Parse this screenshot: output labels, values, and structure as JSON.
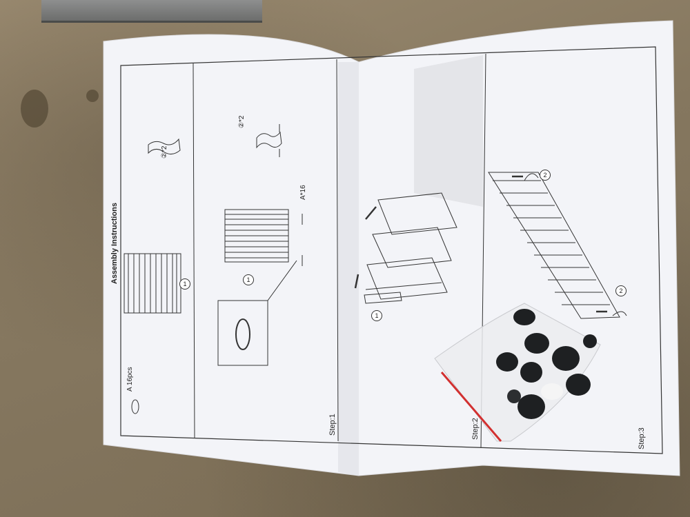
{
  "photo": {
    "subject": "Assembly Instructions"
  },
  "sheet": {
    "title": "Assembly Instructions",
    "parts_note": "A 16pcs",
    "part_one_marker": "①",
    "part_two_qty": "②*2",
    "part_two_qty_b": "②*2",
    "a_qty": "A*16",
    "step1_label": "Step:1",
    "step2_label": "Step:2",
    "step3_label": "Step:3",
    "marker_one": "1",
    "marker_two": "2"
  },
  "colors": {
    "paper": "#f3f4f8",
    "line": "#333333",
    "bag_ribbon": "#d23030",
    "cap": "#1e2022"
  }
}
